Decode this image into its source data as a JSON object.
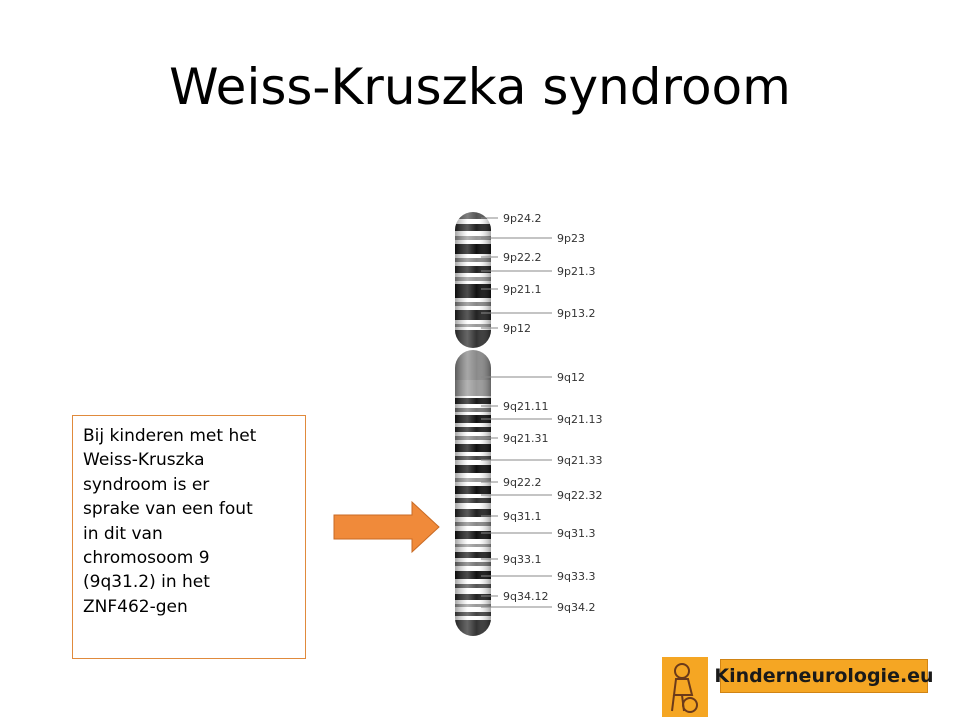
{
  "slide": {
    "title": "Weiss-Kruszka syndroom",
    "callout_text": "Bij kinderen met het\nWeiss-Kruszka\nsyndroom is er\nsprake van een fout\nin dit van\nchromosoom 9\n(9q31.2) in het\nZNF462-gen"
  },
  "chromosome": {
    "labels_left": [
      "9p24.2",
      "9p22.2",
      "9p21.1",
      "9p12",
      "9q21.11",
      "9q21.31",
      "9q22.2",
      "9q31.1",
      "9q33.1",
      "9q34.12"
    ],
    "labels_right": [
      "9p23",
      "9p21.3",
      "9p13.2",
      "9q12",
      "9q21.13",
      "9q21.33",
      "9q22.32",
      "9q31.3",
      "9q33.3",
      "9q34.2"
    ]
  },
  "arrow": {
    "color": "#f08a3a",
    "points_to": "9q31.2"
  },
  "logo": {
    "text": "Kinderneurologie.eu",
    "color": "#f5a623"
  }
}
